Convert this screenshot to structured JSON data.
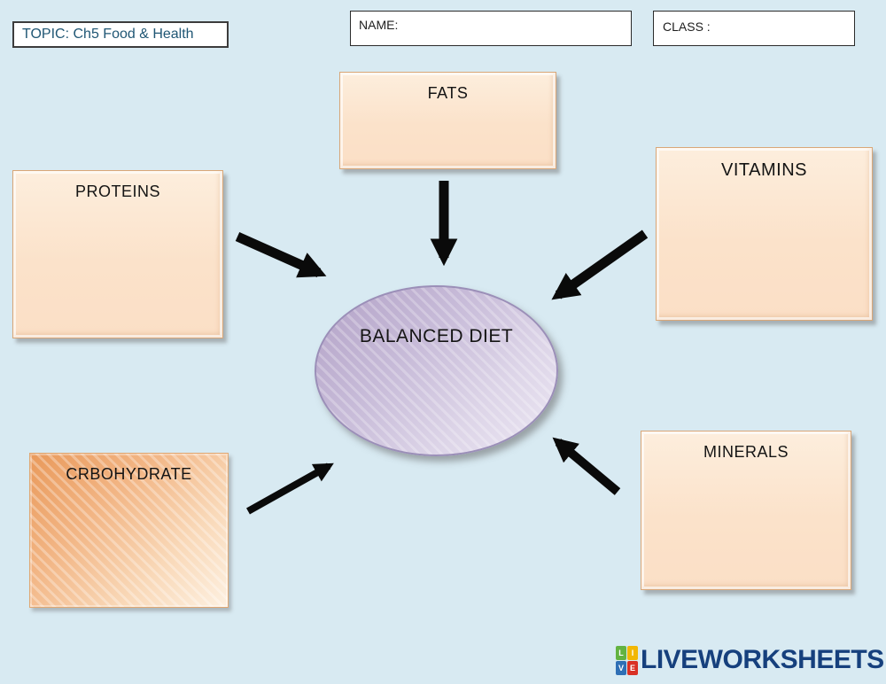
{
  "header": {
    "topic": "TOPIC: Ch5 Food & Health",
    "name_label": "NAME:",
    "class_label": "CLASS :"
  },
  "diagram": {
    "center": "BALANCED DIET",
    "nodes": {
      "fats": "FATS",
      "proteins": "PROTEINS",
      "vitamins": "VITAMINS",
      "carbohydrate": "CRBOHYDRATE",
      "minerals": "MINERALS"
    }
  },
  "footer": {
    "brand": "LIVEWORKSHEETS",
    "logo_letters": [
      "L",
      "I",
      "V",
      "E"
    ]
  },
  "colors": {
    "page_background": "#d8eaf2",
    "node_fill": "#fbe2ca",
    "node_border": "#d9a778",
    "carbohydrate_fill": "#e9995a",
    "ellipse_fill": "#c8bcd9",
    "ellipse_border": "#9b8fb8",
    "topic_text": "#1f5674",
    "arrow": "#0a0a0a",
    "brand_navy": "#16407d",
    "logo_green": "#63b341",
    "logo_yellow": "#f2b705",
    "logo_blue": "#2f6fb5",
    "logo_red": "#d93025"
  }
}
